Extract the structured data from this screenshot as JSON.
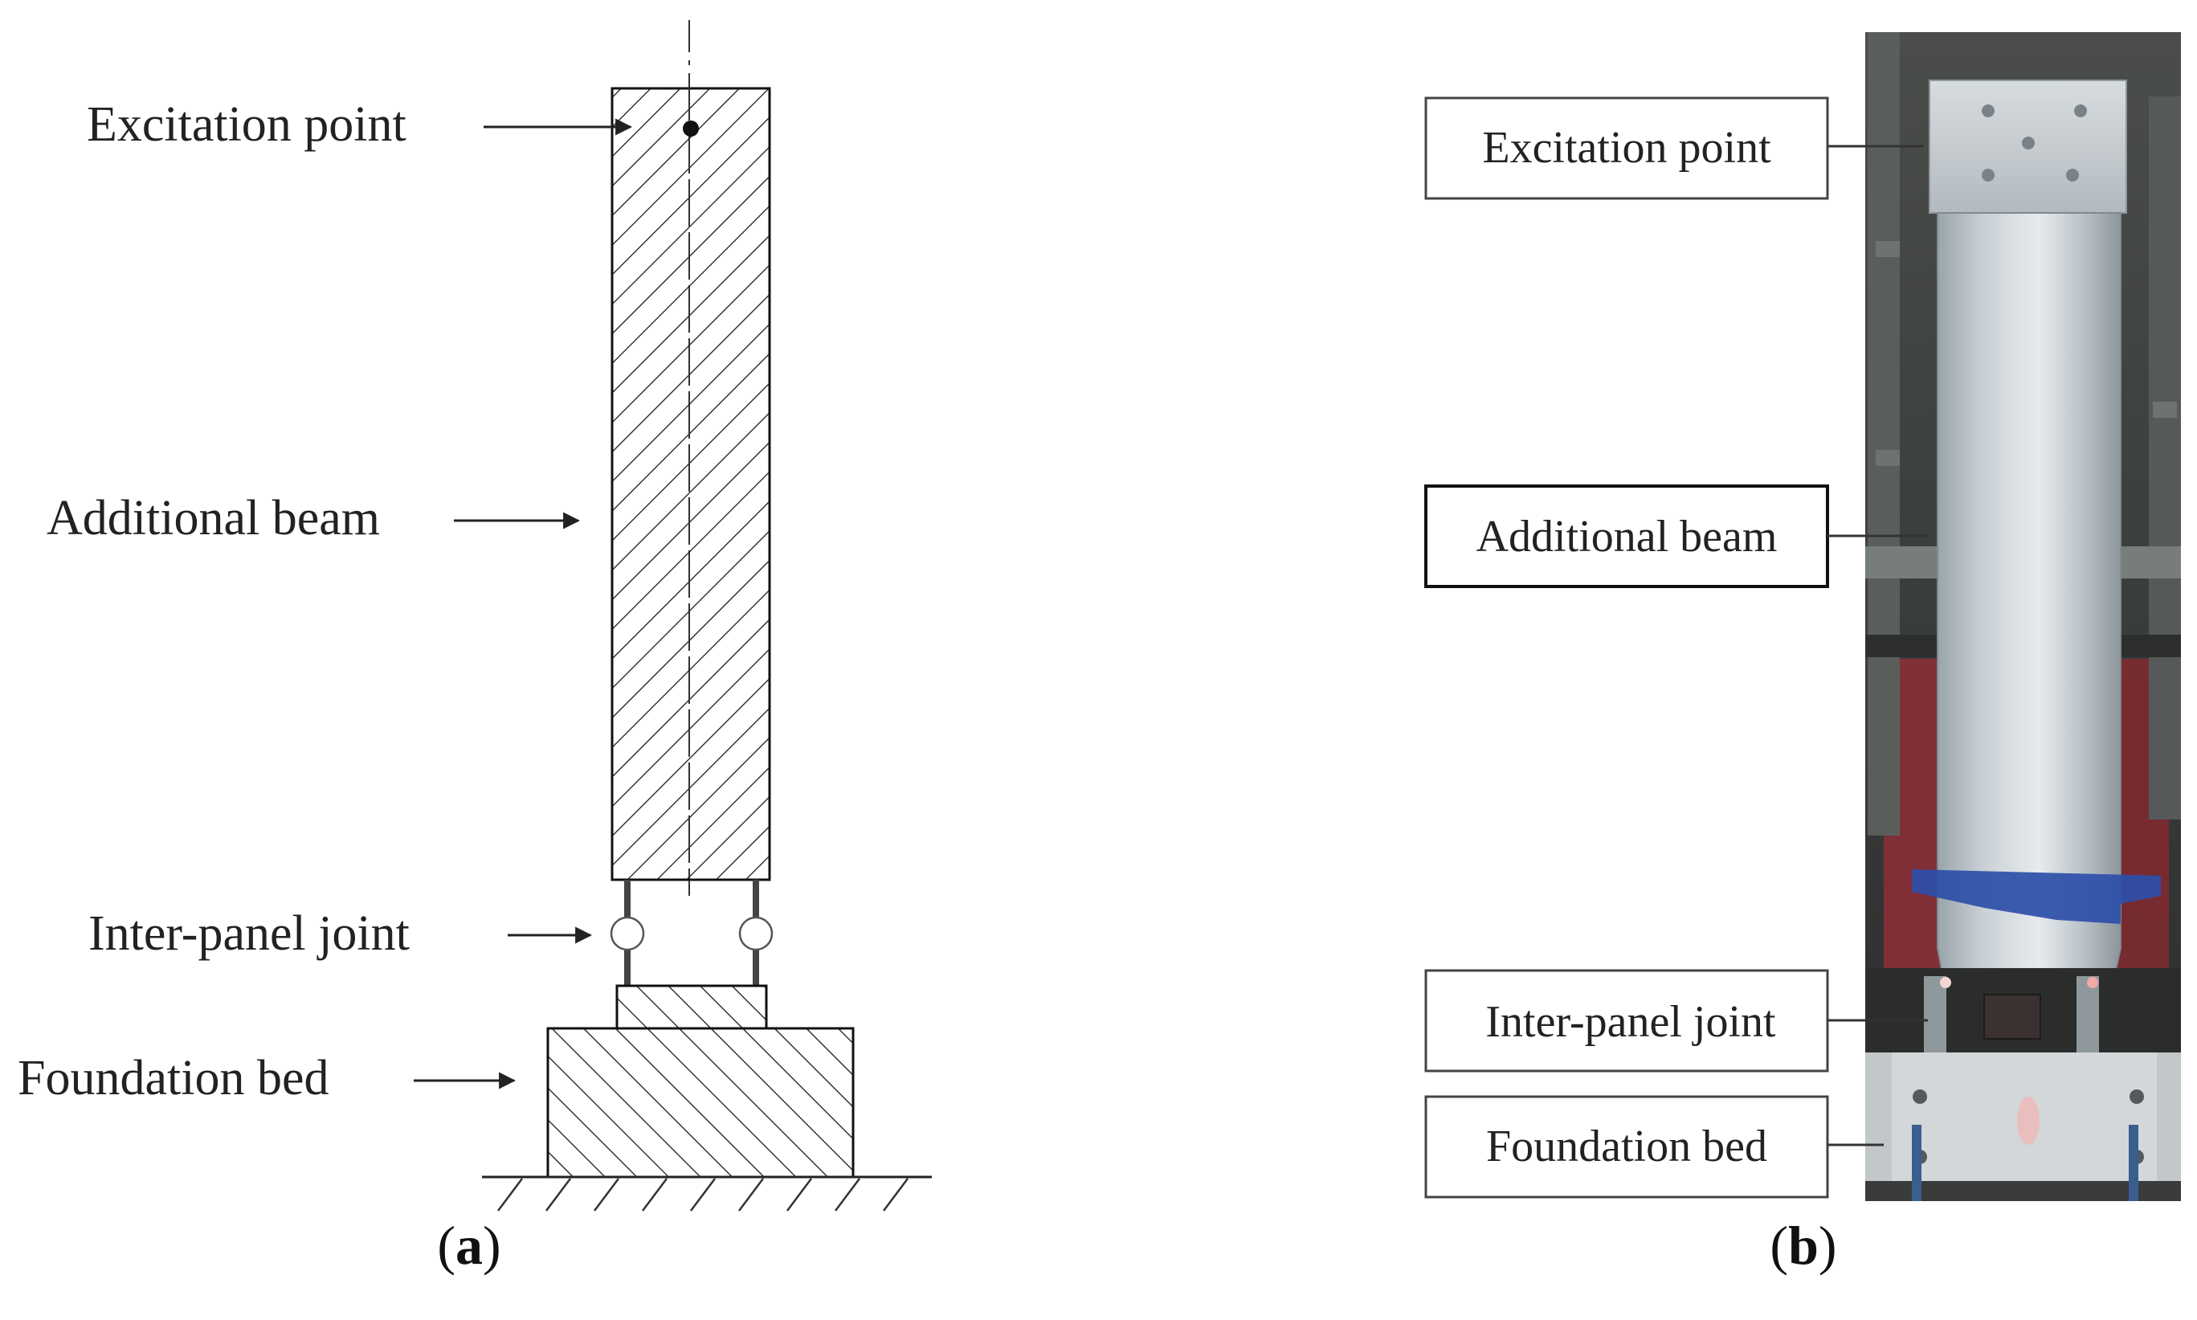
{
  "panel_a": {
    "labels": {
      "excitation": "Excitation point",
      "beam": "Additional beam",
      "joint": "Inter-panel joint",
      "bed": "Foundation bed"
    },
    "caption": {
      "open": "(",
      "letter": "a",
      "close": ")"
    }
  },
  "panel_b": {
    "labels": {
      "excitation": "Excitation point",
      "beam": "Additional beam",
      "joint": "Inter-panel joint",
      "bed": "Foundation bed"
    },
    "caption": {
      "open": "(",
      "letter": "b",
      "close": ")"
    }
  }
}
